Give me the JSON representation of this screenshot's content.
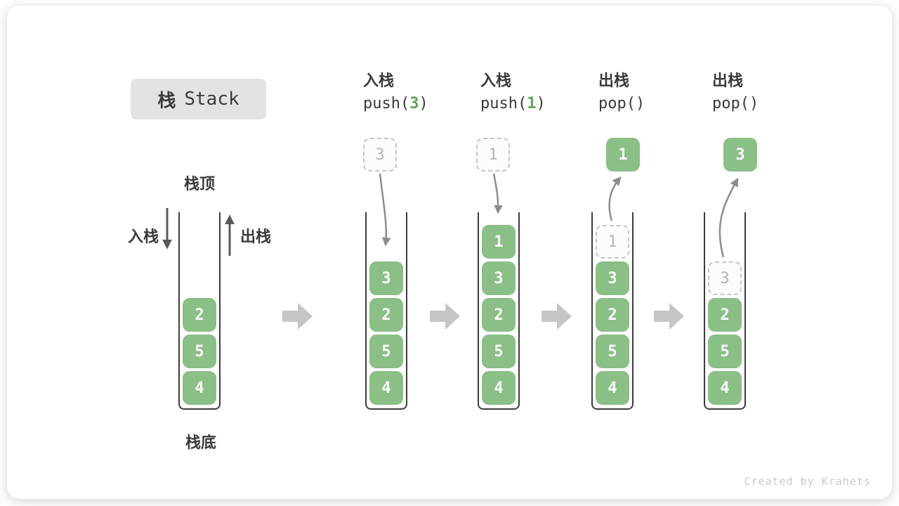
{
  "title": {
    "zh": "栈",
    "en": "Stack"
  },
  "annotations": {
    "stack_top": "栈顶",
    "stack_bottom": "栈底",
    "push_side": "入栈",
    "pop_side": "出栈"
  },
  "watermark": "Created by Krahets",
  "colors": {
    "block_green": "#8ABF85",
    "code_green": "#5FA357",
    "dashed_border": "#c6c6c6",
    "container_border": "#3d3d3d",
    "flow_arrow_gray": "#c5c5c5",
    "motion_arrow_gray": "#8c8c8c",
    "text_dark": "#3a3a3a",
    "title_bg": "#e3e3e3"
  },
  "columns": [
    {
      "name": "initial",
      "cells": [
        {
          "v": "2"
        },
        {
          "v": "5"
        },
        {
          "v": "4"
        }
      ]
    },
    {
      "name": "push-3",
      "header": {
        "op": "入栈",
        "code_pre": "push(",
        "code_arg": "3",
        "code_post": ")"
      },
      "floating": {
        "v": "3"
      },
      "cells": [
        {
          "v": "3"
        },
        {
          "v": "2"
        },
        {
          "v": "5"
        },
        {
          "v": "4"
        }
      ]
    },
    {
      "name": "push-1",
      "header": {
        "op": "入栈",
        "code_pre": "push(",
        "code_arg": "1",
        "code_post": ")"
      },
      "floating": {
        "v": "1"
      },
      "cells": [
        {
          "v": "1"
        },
        {
          "v": "3"
        },
        {
          "v": "2"
        },
        {
          "v": "5"
        },
        {
          "v": "4"
        }
      ]
    },
    {
      "name": "pop-1",
      "header": {
        "op": "出栈",
        "code_pre": "pop(",
        "code_arg": "",
        "code_post": ")"
      },
      "floating": {
        "v": "1"
      },
      "ghost": {
        "v": "1"
      },
      "cells": [
        {
          "v": "3"
        },
        {
          "v": "2"
        },
        {
          "v": "5"
        },
        {
          "v": "4"
        }
      ]
    },
    {
      "name": "pop-3",
      "header": {
        "op": "出栈",
        "code_pre": "pop(",
        "code_arg": "",
        "code_post": ")"
      },
      "floating": {
        "v": "3"
      },
      "ghost": {
        "v": "3"
      },
      "cells": [
        {
          "v": "2"
        },
        {
          "v": "5"
        },
        {
          "v": "4"
        }
      ]
    }
  ]
}
